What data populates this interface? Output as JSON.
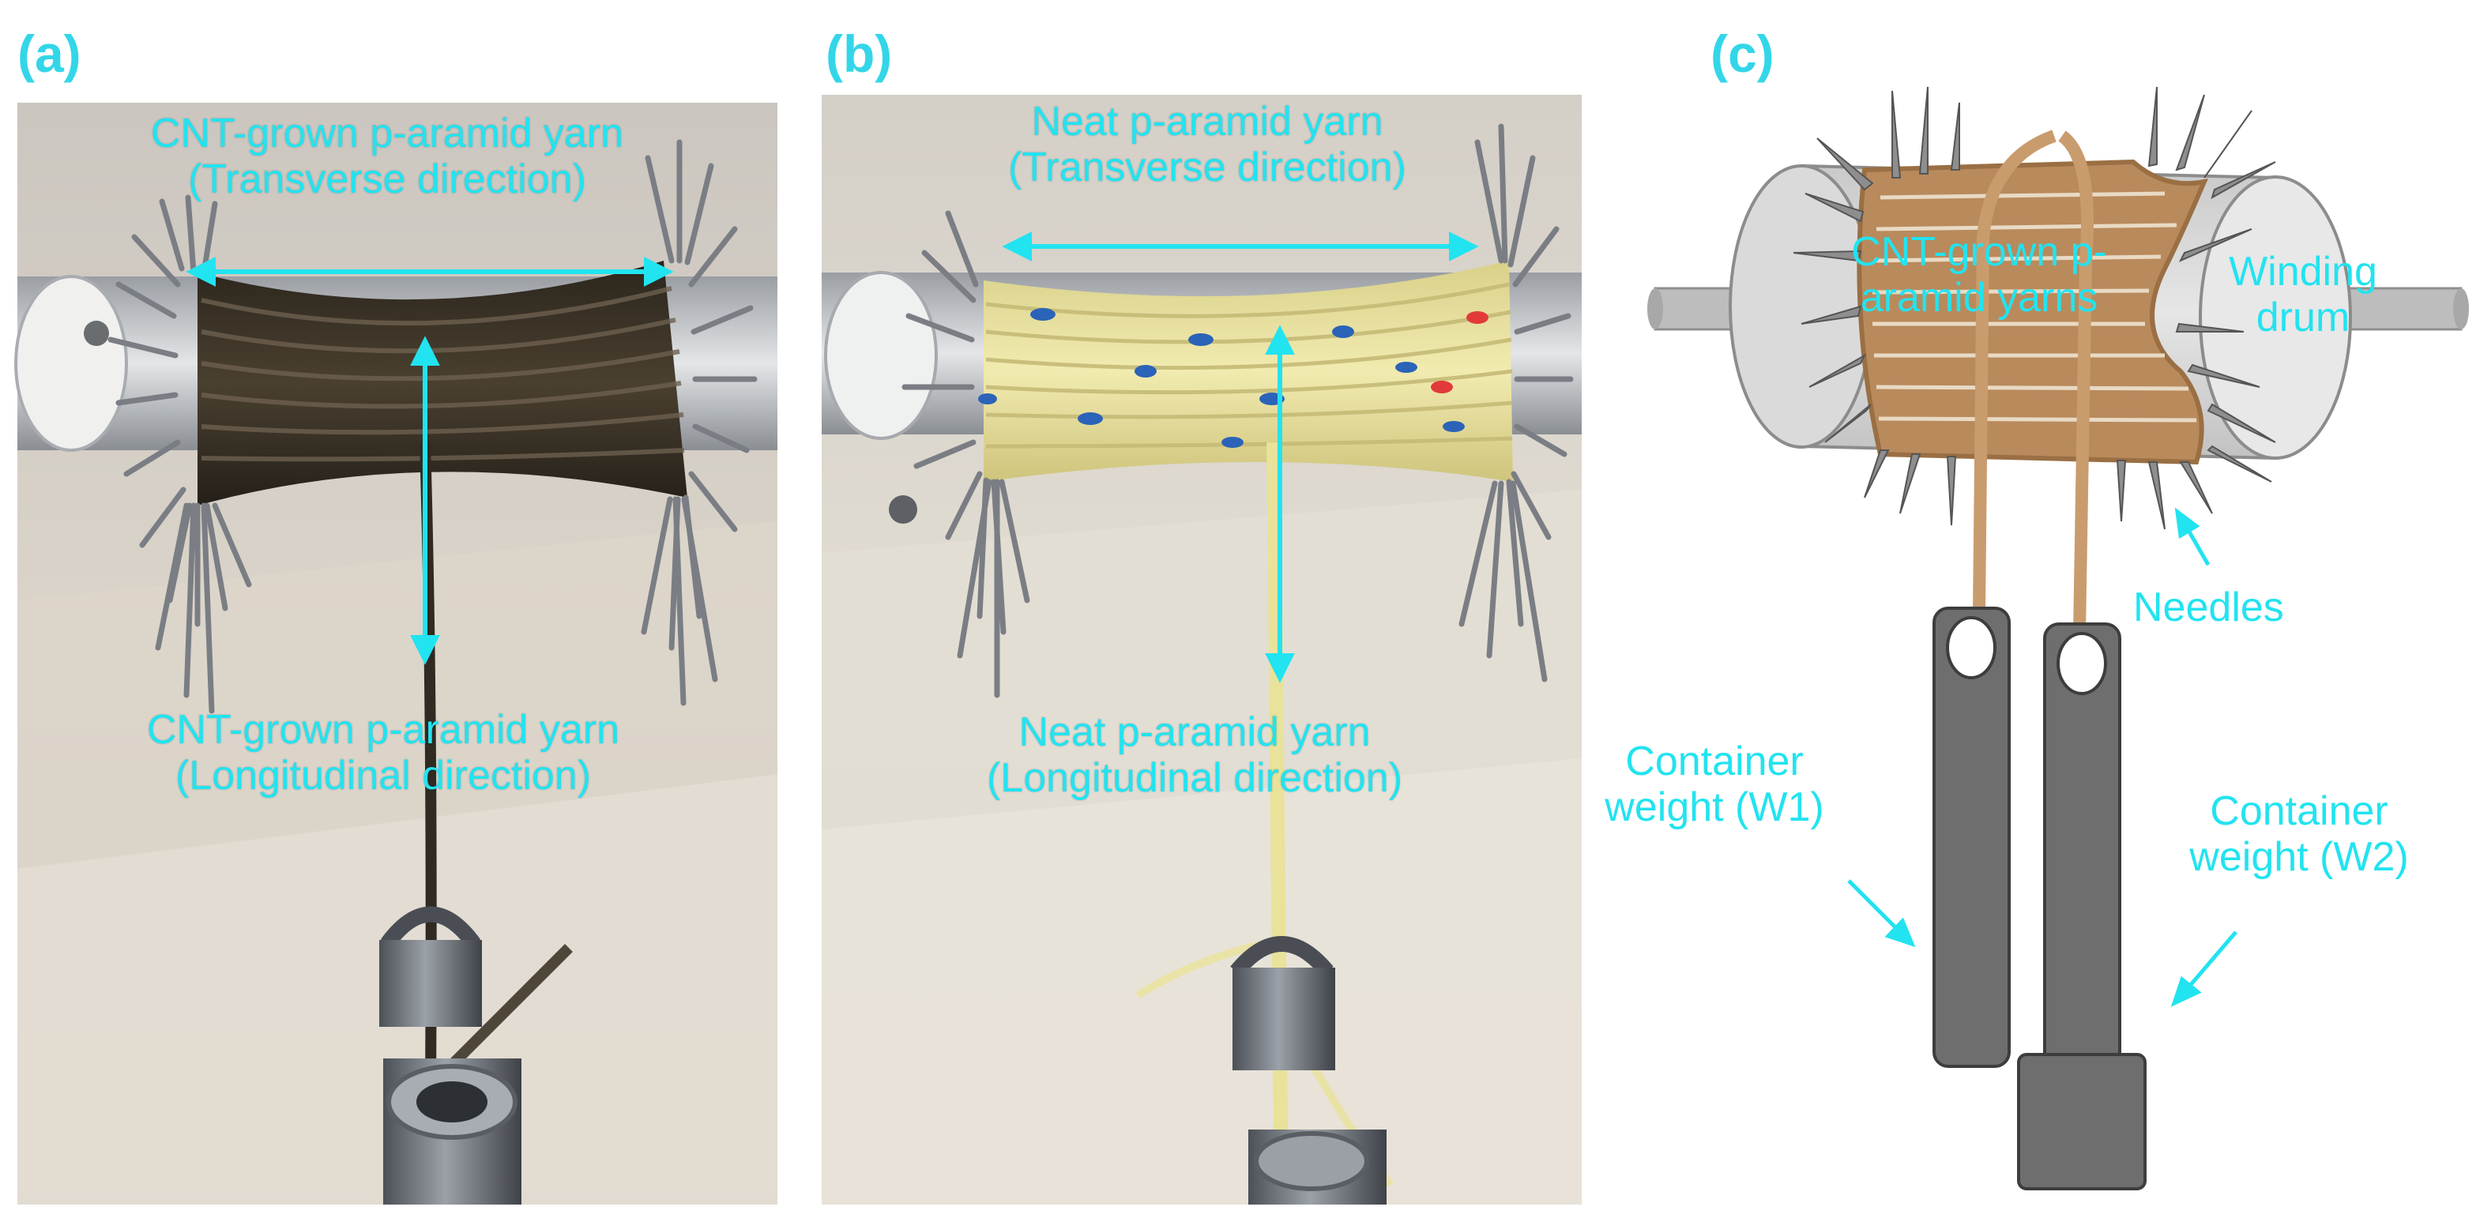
{
  "labels": {
    "a": "(a)",
    "b": "(b)",
    "c": "(c)"
  },
  "panel_a": {
    "top_line1": "CNT-grown p-aramid yarn",
    "top_line2": "(Transverse direction)",
    "bottom_line1": "CNT-grown p-aramid yarn",
    "bottom_line2": "(Longitudinal direction)"
  },
  "panel_b": {
    "top_line1": "Neat p-aramid yarn",
    "top_line2": "(Transverse direction)",
    "bottom_line1": "Neat p-aramid yarn",
    "bottom_line2": "(Longitudinal direction)"
  },
  "panel_c": {
    "yarns_line1": "CNT-grown p-",
    "yarns_line2": "aramid yarns",
    "drum_line1": "Winding",
    "drum_line2": "drum",
    "needles": "Needles",
    "w1_line1": "Container",
    "w1_line2": "weight (W1)",
    "w2_line1": "Container",
    "w2_line2": "weight (W2)"
  },
  "colors": {
    "annotation": "#22e3f0",
    "cnt_yarn": "#3a3228",
    "neat_yarn": "#e9e39a",
    "schematic_yarn": "#b8875a",
    "drum": "#d6d6d6",
    "weight": "#6b6b6b"
  }
}
